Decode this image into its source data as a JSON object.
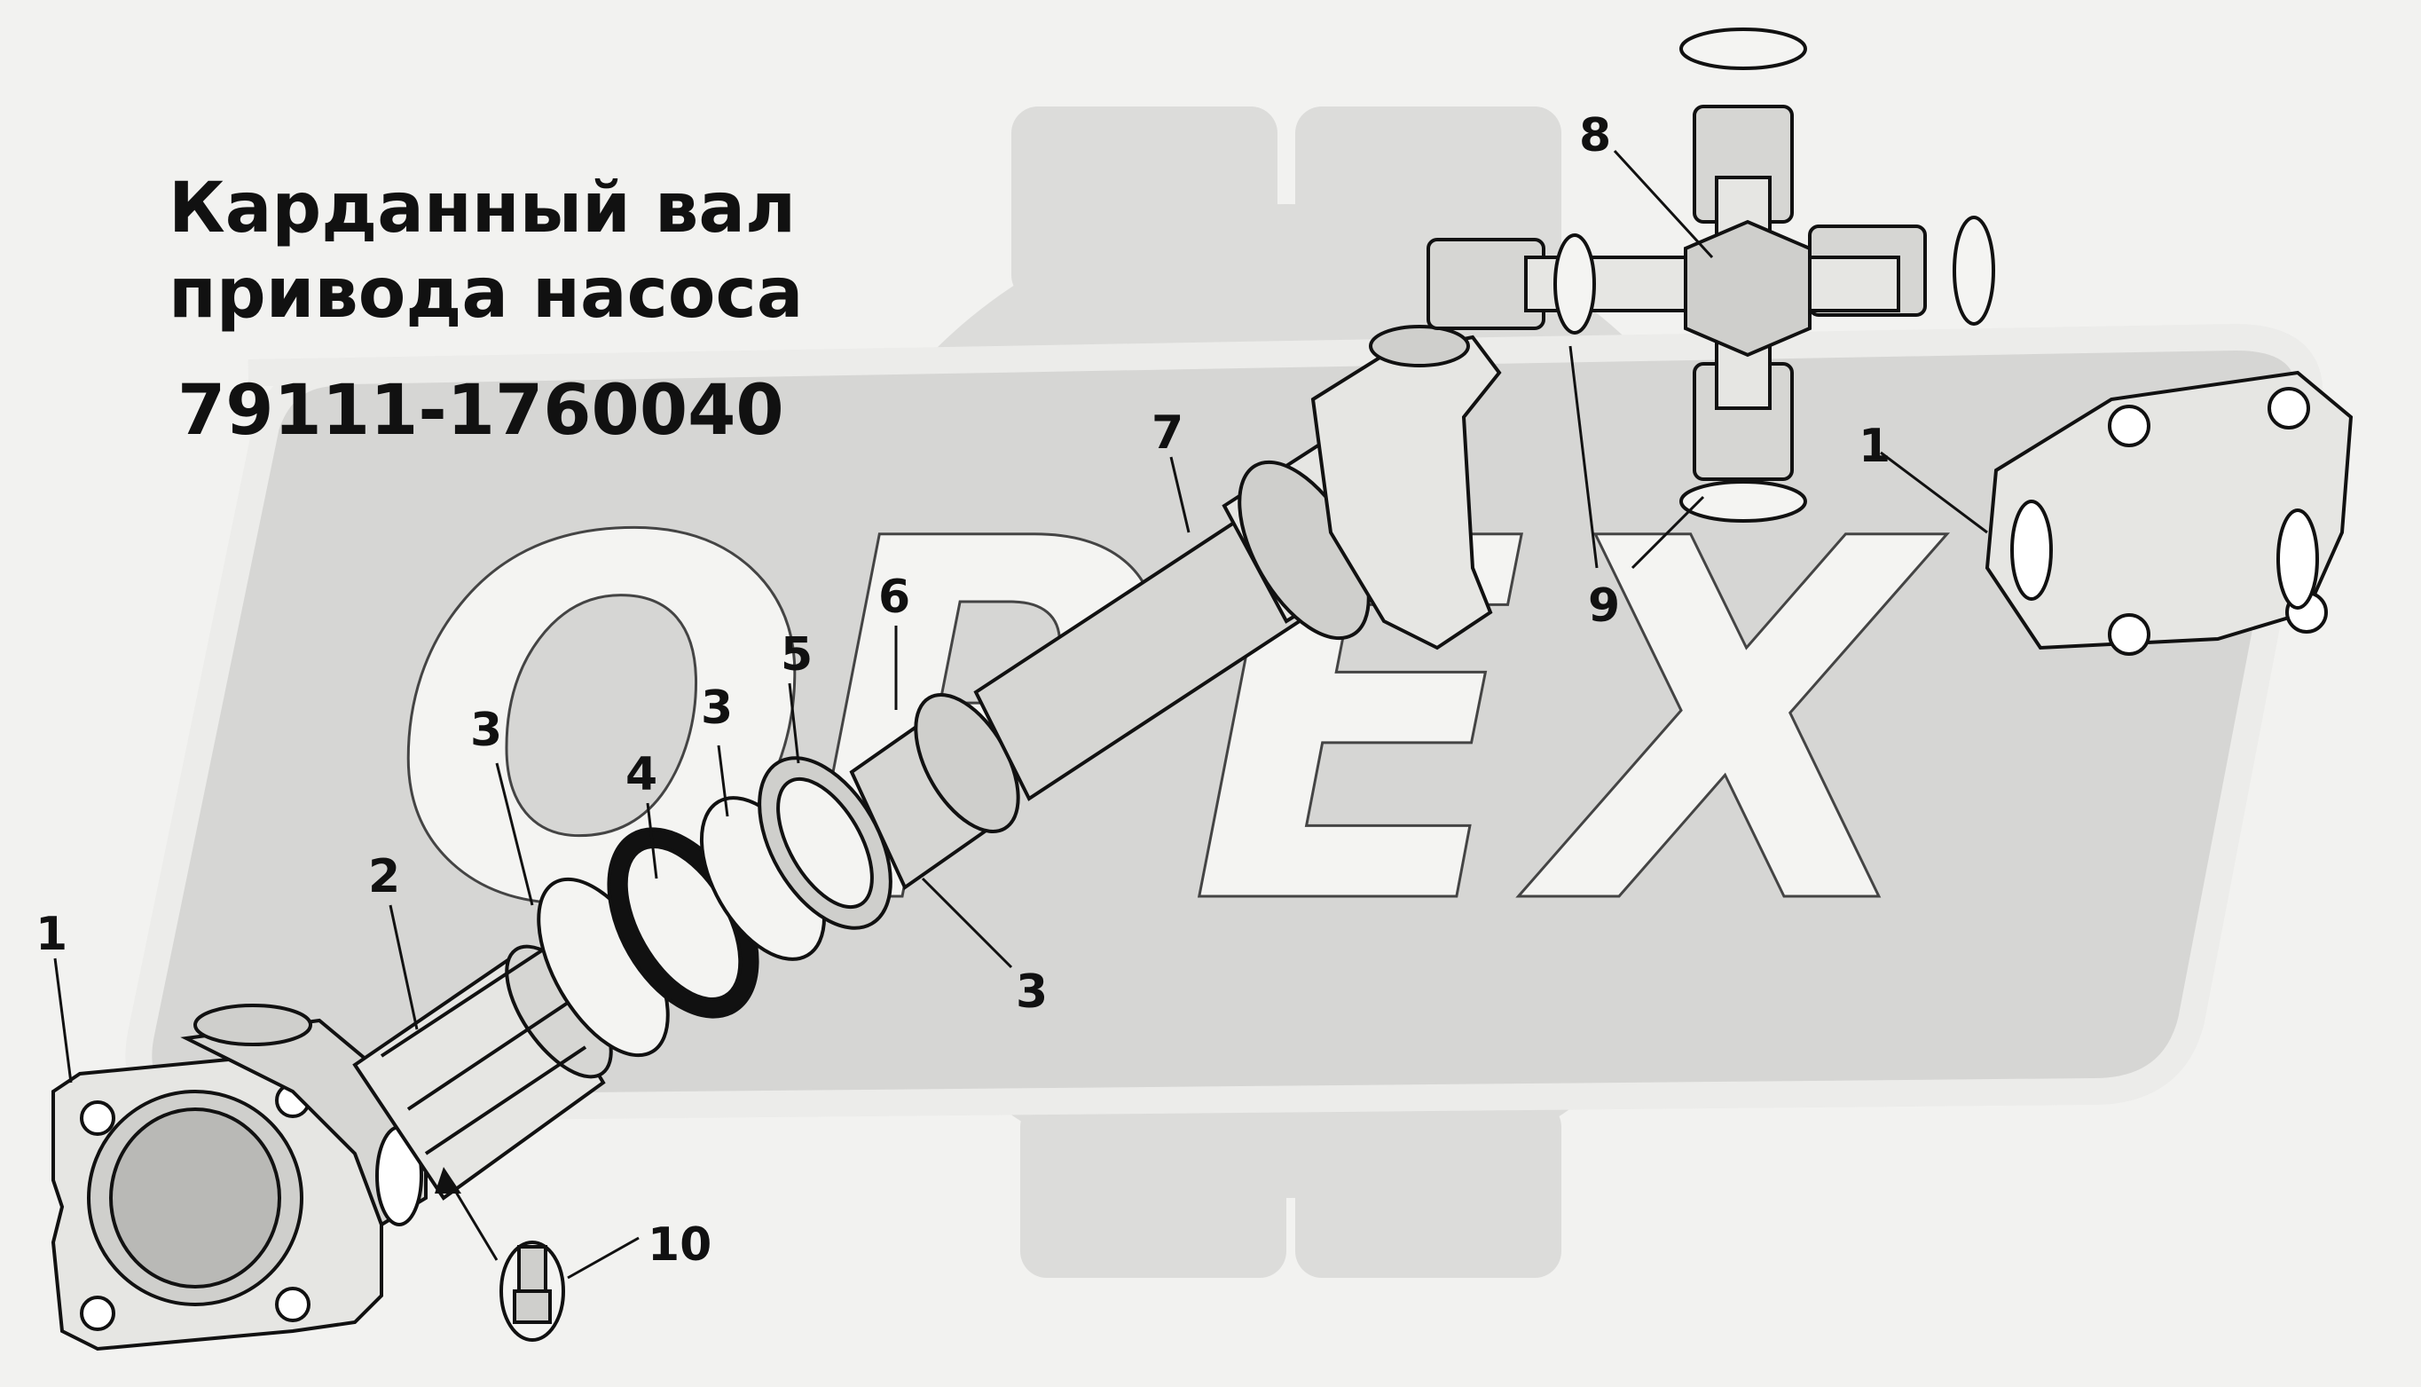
{
  "title": {
    "line1": "Карданный вал",
    "line2": "привода насоса",
    "part_number": "79111-1760040"
  },
  "watermark": {
    "text": "OPEX",
    "letters": [
      "O",
      "P",
      "E",
      "X"
    ],
    "color": "#d2d2d0"
  },
  "callouts": {
    "c1_left": "1",
    "c1_right": "1",
    "c2": "2",
    "c3_a": "3",
    "c3_b": "3",
    "c3_c": "3",
    "c4": "4",
    "c5": "5",
    "c6": "6",
    "c7": "7",
    "c8": "8",
    "c9": "9",
    "c10": "10"
  },
  "colors": {
    "background": "#f2f2f0",
    "ink": "#111111",
    "part_fill": "#e6e6e3"
  }
}
